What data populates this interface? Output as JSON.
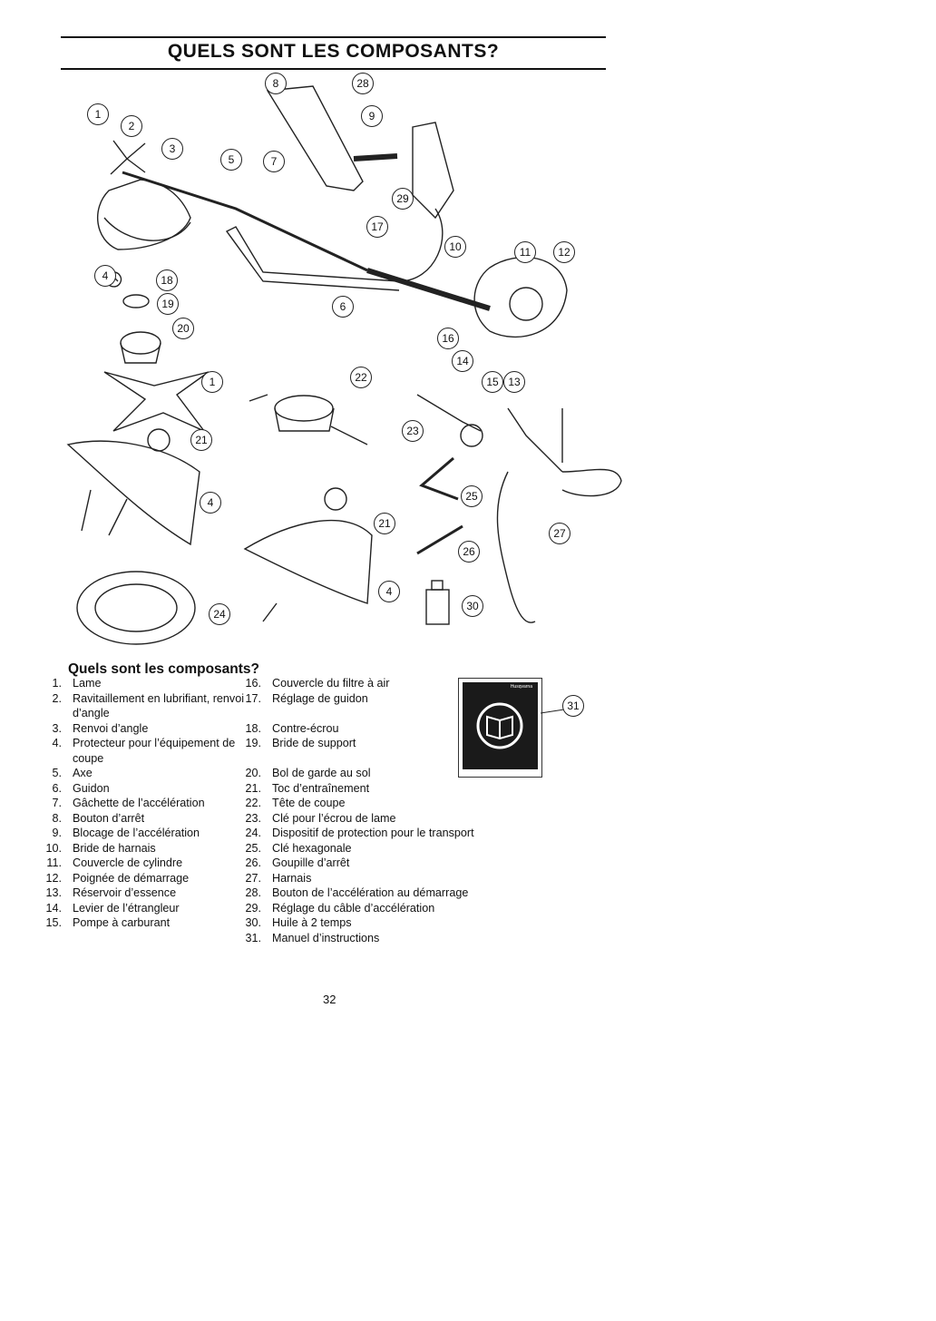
{
  "header": {
    "title": "QUELS SONT LES COMPOSANTS?"
  },
  "diagram": {
    "callouts": [
      "8",
      "28",
      "9",
      "7",
      "29",
      "1",
      "2",
      "3",
      "5",
      "17",
      "10",
      "11",
      "12",
      "4",
      "18",
      "19",
      "6",
      "16",
      "14",
      "15",
      "13",
      "20",
      "1",
      "22",
      "23",
      "21",
      "4",
      "25",
      "27",
      "21",
      "26",
      "4",
      "24",
      "30"
    ]
  },
  "section": {
    "subtitle": "Quels sont les composants?",
    "left_items": [
      {
        "num": "1.",
        "label": "Lame"
      },
      {
        "num": "2.",
        "label": "Ravitaillement en lubrifiant, renvoi d’angle"
      },
      {
        "num": "3.",
        "label": "Renvoi d’angle"
      },
      {
        "num": "4.",
        "label": "Protecteur pour l’équipement de coupe"
      },
      {
        "num": "5.",
        "label": "Axe"
      },
      {
        "num": "6.",
        "label": "Guidon"
      },
      {
        "num": "7.",
        "label": "Gâchette de l’accélération"
      },
      {
        "num": "8.",
        "label": "Bouton d’arrêt"
      },
      {
        "num": "9.",
        "label": "Blocage de l’accélération"
      },
      {
        "num": "10.",
        "label": "Bride de harnais"
      },
      {
        "num": "11.",
        "label": "Couvercle de cylindre"
      },
      {
        "num": "12.",
        "label": "Poignée de démarrage"
      },
      {
        "num": "13.",
        "label": "Réservoir d’essence"
      },
      {
        "num": "14.",
        "label": "Levier de l’étrangleur"
      },
      {
        "num": "15.",
        "label": "Pompe à carburant"
      }
    ],
    "right_items": [
      {
        "num": "16.",
        "label": "Couvercle du filtre à air"
      },
      {
        "num": "17.",
        "label": "Réglage de guidon"
      },
      {
        "num": "18.",
        "label": "Contre-écrou"
      },
      {
        "num": "19.",
        "label": "Bride de support"
      },
      {
        "num": "20.",
        "label": "Bol de garde au sol"
      },
      {
        "num": "21.",
        "label": "Toc d’entraînement"
      },
      {
        "num": "22.",
        "label": "Tête de coupe"
      },
      {
        "num": "23.",
        "label": "Clé pour l’écrou de lame"
      },
      {
        "num": "24.",
        "label": "Dispositif de protection pour le transport"
      },
      {
        "num": "25.",
        "label": "Clé hexagonale"
      },
      {
        "num": "26.",
        "label": "Goupille d’arrêt"
      },
      {
        "num": "27.",
        "label": "Harnais"
      },
      {
        "num": "28.",
        "label": "Bouton de l’accélération au démarrage"
      },
      {
        "num": "29.",
        "label": "Réglage du câble d’accélération"
      },
      {
        "num": "30.",
        "label": "Huile à 2 temps"
      },
      {
        "num": "31.",
        "label": "Manuel d’instructions"
      }
    ],
    "manual_callout": "31",
    "manual_brand": "Husqvarna"
  },
  "footer": {
    "page_number": "32"
  }
}
